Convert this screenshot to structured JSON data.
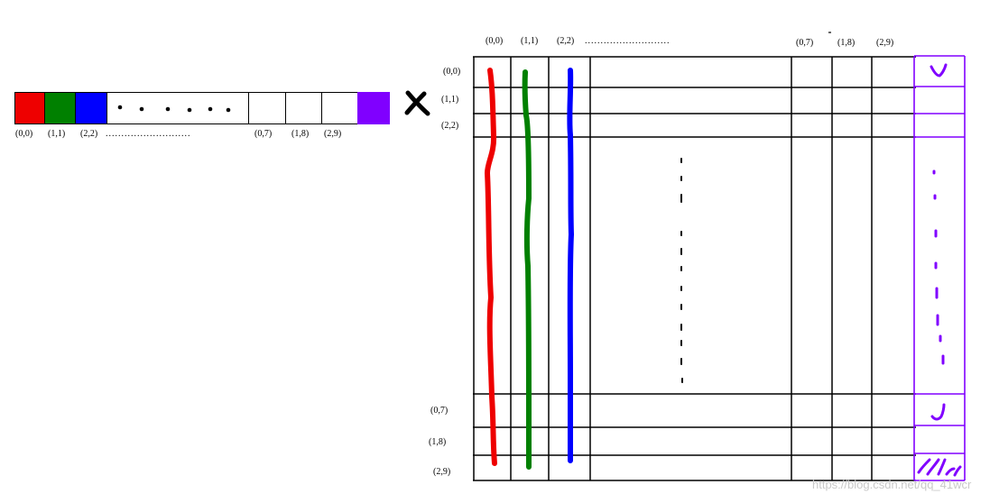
{
  "vector": {
    "labels": [
      "(0,0)",
      "(1,1)",
      "(2,2)",
      "(0,7)",
      "(1,8)",
      "(2,9)"
    ],
    "ellipsis": "...........................",
    "colors": [
      "#ee0000",
      "#008000",
      "#0000ff",
      "#8000ff"
    ]
  },
  "operator_symbol": "x",
  "matrix": {
    "column_labels": [
      "(0,0)",
      "(1,1)",
      "(2,2)",
      "(0,7)",
      "(1,8)",
      "(2,9)"
    ],
    "column_ellipsis": "...........................",
    "row_labels": [
      "(0,0)",
      "(1,1)",
      "(2,2)",
      "(0,7)",
      "(1,8)",
      "(2,9)"
    ],
    "line_colors": [
      "#ee0000",
      "#008000",
      "#0000ff",
      "#8000ff"
    ]
  },
  "watermark": "https://blog.csdn.net/qq_41wcr"
}
